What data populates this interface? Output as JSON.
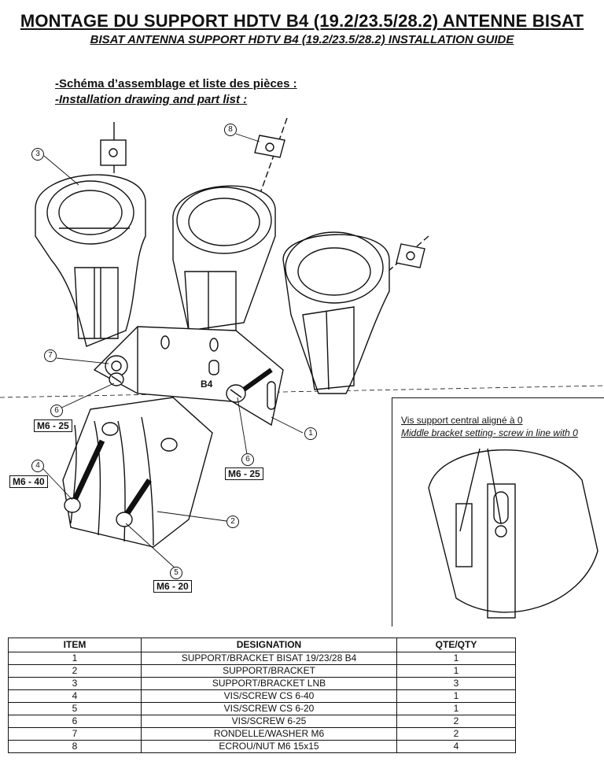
{
  "header": {
    "title_fr": "MONTAGE DU SUPPORT HDTV B4 (19.2/23.5/28.2) ANTENNE BISAT",
    "title_en": "BISAT ANTENNA SUPPORT HDTV B4 (19.2/23.5/28.2) INSTALLATION GUIDE"
  },
  "section": {
    "heading_fr": "-Schéma d’assemblage et liste des pièces :",
    "heading_en": "-Installation drawing and part list :"
  },
  "drawing": {
    "plate_marking": "B4",
    "callouts": [
      "1",
      "2",
      "3",
      "4",
      "5",
      "6",
      "6",
      "7",
      "8"
    ],
    "screw_labels": [
      "M6 - 25",
      "M6 - 25",
      "M6 - 40",
      "M6 - 20"
    ]
  },
  "inset": {
    "caption_fr": "Vis support central aligné à 0",
    "caption_en": "Middle bracket setting- screw in line with 0"
  },
  "parts_table": {
    "headers": [
      "ITEM",
      "DESIGNATION",
      "QTE/QTY"
    ],
    "rows": [
      [
        "1",
        "SUPPORT/BRACKET BISAT 19/23/28 B4",
        "1"
      ],
      [
        "2",
        "SUPPORT/BRACKET",
        "1"
      ],
      [
        "3",
        "SUPPORT/BRACKET LNB",
        "3"
      ],
      [
        "4",
        "VIS/SCREW CS 6-40",
        "1"
      ],
      [
        "5",
        "VIS/SCREW CS 6-20",
        "1"
      ],
      [
        "6",
        "VIS/SCREW 6-25",
        "2"
      ],
      [
        "7",
        "RONDELLE/WASHER M6",
        "2"
      ],
      [
        "8",
        "ECROU/NUT M6 15x15",
        "4"
      ]
    ]
  }
}
